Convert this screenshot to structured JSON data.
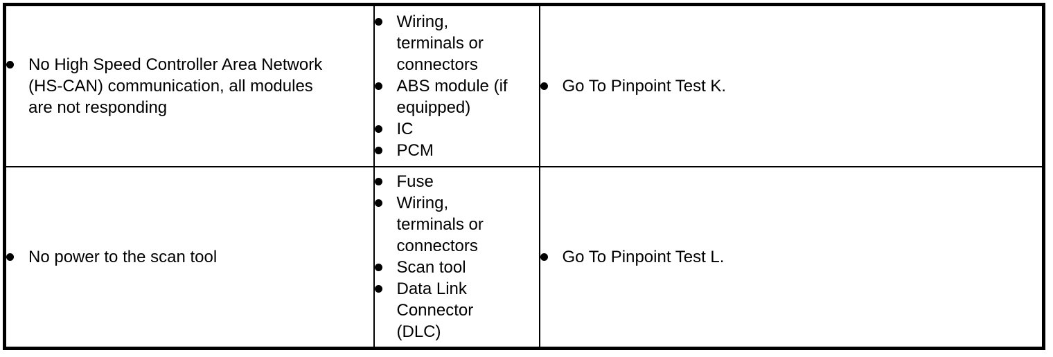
{
  "colors": {
    "background": "#ffffff",
    "border": "#000000",
    "text": "#000000"
  },
  "table": {
    "rows": [
      {
        "symptom": "No High Speed Controller Area Network (HS-CAN) communication, all modules are not responding",
        "sources": [
          "Wiring, terminals or connectors",
          "ABS module (if equipped)",
          "IC",
          "PCM"
        ],
        "action": "Go To Pinpoint Test K."
      },
      {
        "symptom": "No power to the scan tool",
        "sources": [
          "Fuse",
          "Wiring, terminals or connectors",
          "Scan tool",
          "Data Link Connector (DLC)"
        ],
        "action": "Go To Pinpoint Test L."
      }
    ]
  }
}
